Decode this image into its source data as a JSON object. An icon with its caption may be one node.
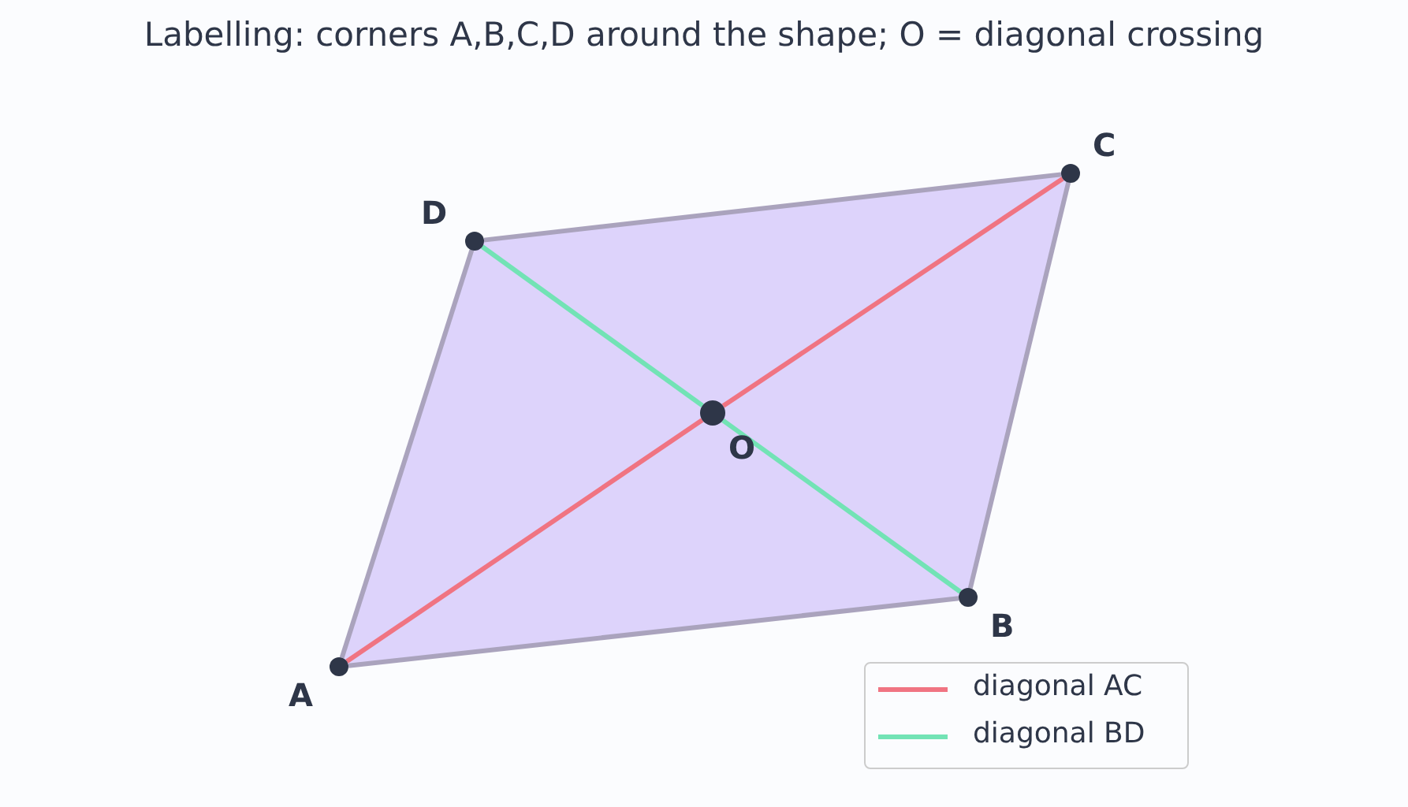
{
  "diagram": {
    "title": "Labelling: corners A,B,C,D around the shape; O = diagonal crossing",
    "nodes": [
      {
        "text": [
          "A"
        ]
      },
      {
        "text": [
          "B"
        ]
      },
      {
        "text": [
          "C"
        ]
      },
      {
        "text": [
          "D"
        ]
      },
      {
        "text": [
          "O"
        ]
      }
    ],
    "edges": [
      {
        "from": 0,
        "to": 1,
        "arrow": "none"
      },
      {
        "from": 1,
        "to": 2,
        "arrow": "none"
      },
      {
        "from": 2,
        "to": 3,
        "arrow": "none"
      },
      {
        "from": 3,
        "to": 0,
        "arrow": "none"
      },
      {
        "from": 0,
        "to": 4,
        "arrow": "none",
        "color": "#f07482"
      },
      {
        "from": 4,
        "to": 2,
        "arrow": "none",
        "color": "#f07482"
      },
      {
        "from": 1,
        "to": 4,
        "arrow": "none",
        "color": "#72e3b5"
      },
      {
        "from": 4,
        "to": 3,
        "arrow": "none",
        "color": "#72e3b5"
      }
    ],
    "legend": [
      {
        "text": "diagonal AC",
        "color": "#f07482"
      },
      {
        "text": "diagonal BD",
        "color": "#72e3b5"
      }
    ]
  }
}
